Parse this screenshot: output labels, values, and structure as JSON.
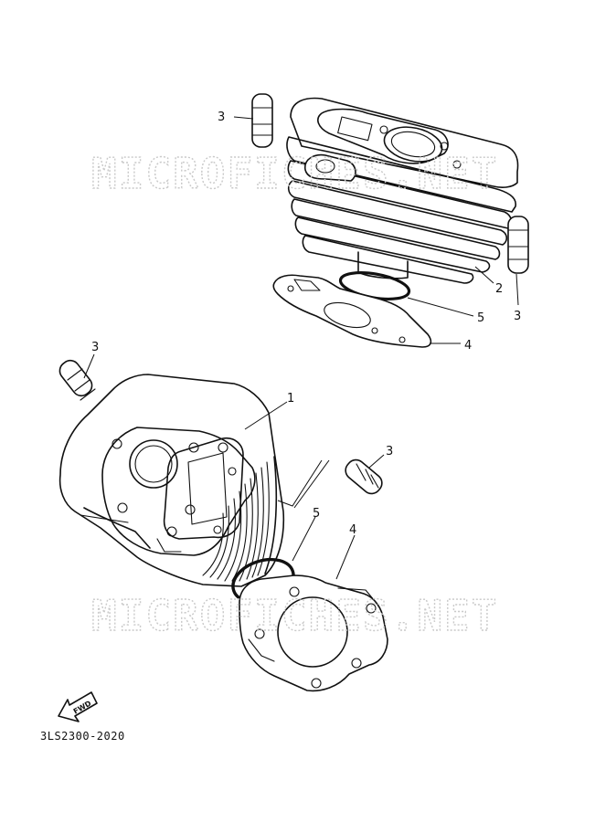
{
  "watermark": {
    "text": "MICROFICHES.NET"
  },
  "diagram_code": "3LS2300-2020",
  "fwd_label": "FWD",
  "callouts": {
    "upper_cylinder": "2",
    "upper_dowel_left": "3",
    "upper_dowel_right": "3",
    "upper_o_ring": "5",
    "upper_gasket": "4",
    "lower_cylinder": "1",
    "lower_dowel_left": "3",
    "lower_dowel_right": "3",
    "lower_o_ring": "5",
    "lower_gasket": "4"
  },
  "colors": {
    "line": "#111111",
    "watermark": "#c9c9c9",
    "background": "#ffffff"
  }
}
